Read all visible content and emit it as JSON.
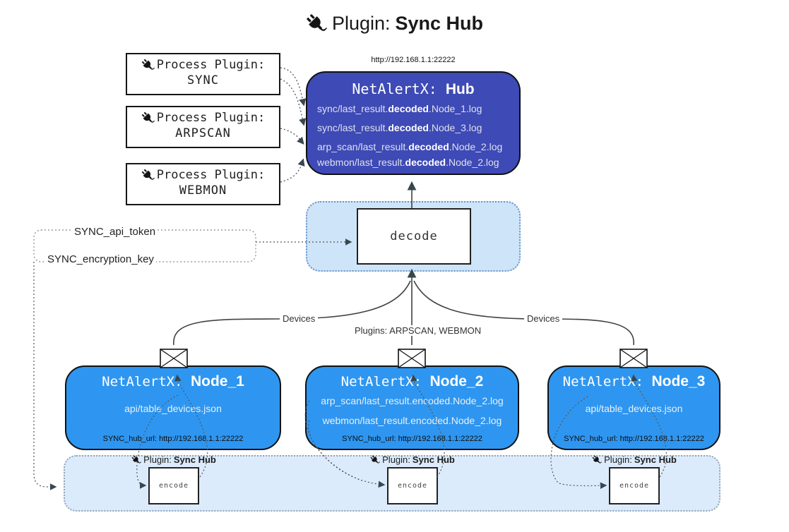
{
  "title": {
    "prefix": "Plugin:",
    "bold": "Sync Hub"
  },
  "process_plugins": [
    {
      "label": "Process Plugin:",
      "name": "SYNC"
    },
    {
      "label": "Process Plugin:",
      "name": "ARPSCAN"
    },
    {
      "label": "Process Plugin:",
      "name": "WEBMON"
    }
  ],
  "hub": {
    "url": "http://192.168.1.1:22222",
    "title_prefix": "NetAlertX: ",
    "title_bold": "Hub",
    "logs": [
      {
        "pre": "sync/last_result.",
        "bold": "decoded",
        "post": ".Node_1.log"
      },
      {
        "pre": "sync/last_result.",
        "bold": "decoded",
        "post": ".Node_3.log"
      },
      {
        "pre": "arp_scan/last_result.",
        "bold": "decoded",
        "post": ".Node_2.log"
      },
      {
        "pre": "webmon/last_result.",
        "bold": "decoded",
        "post": ".Node_2.log"
      }
    ]
  },
  "decode": {
    "label": "decode"
  },
  "settings": {
    "api_token": "SYNC_api_token",
    "encryption_key": "SYNC_encryption_key"
  },
  "edge_labels": {
    "left": "Devices",
    "middle": "Plugins: ARPSCAN, WEBMON",
    "right": "Devices"
  },
  "nodes": [
    {
      "title_prefix": "NetAlertX: ",
      "title_bold": "Node_1",
      "files": [
        "api/table_devices.json"
      ],
      "hub_url": "SYNC_hub_url: http://192.168.1.1:22222"
    },
    {
      "title_prefix": "NetAlertX: ",
      "title_bold": "Node_2",
      "files": [
        "arp_scan/last_result.encoded.Node_2.log",
        "webmon/last_result.encoded.Node_2.log"
      ],
      "hub_url": "SYNC_hub_url: http://192.168.1.1:22222"
    },
    {
      "title_prefix": "NetAlertX: ",
      "title_bold": "Node_3",
      "files": [
        "api/table_devices.json"
      ],
      "hub_url": "SYNC_hub_url: http://192.168.1.1:22222"
    }
  ],
  "encode_band": {
    "label_prefix": "Plugin:",
    "label_bold": "Sync Hub",
    "encode_label": "encode"
  },
  "colors": {
    "hub_fill": "#3E4AB5",
    "node_fill": "#2E96F0",
    "band_fill": "#DCEBFB",
    "decode_fill": "#CEE4F8",
    "arrow": "#37474F",
    "line": "#424242"
  }
}
